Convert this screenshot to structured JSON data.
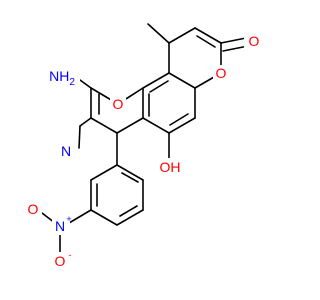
{
  "colors": {
    "bond": "#000000",
    "oxygen": "#ff0000",
    "nitrogen": "#0000ff",
    "background": "#ffffff"
  },
  "labels": {
    "amino": "NH",
    "amino_sub": "2",
    "nitrile_n": "N",
    "ring_o1": "O",
    "ring_o2": "O",
    "carbonyl_o": "O",
    "hydroxyl": "OH",
    "nitro_n": "N",
    "nitro_n_charge": "+",
    "nitro_o1": "O",
    "nitro_o2": "O",
    "nitro_o2_charge": "-"
  }
}
